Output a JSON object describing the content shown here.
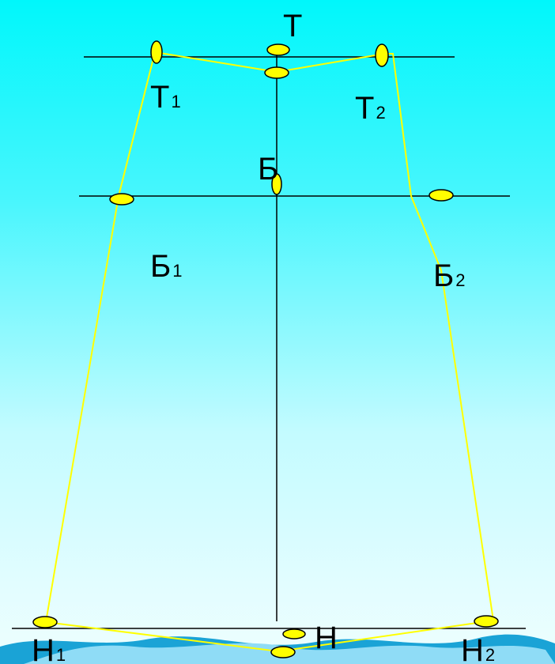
{
  "diagram": {
    "labels": {
      "t": {
        "main": "Т",
        "sub": ""
      },
      "t1": {
        "main": "Т",
        "sub": "1"
      },
      "t2": {
        "main": "Т",
        "sub": "2"
      },
      "b": {
        "main": "Б",
        "sub": ""
      },
      "b1": {
        "main": "Б",
        "sub": "1"
      },
      "b2": {
        "main": "Б",
        "sub": "2"
      },
      "n": {
        "main": "Н",
        "sub": ""
      },
      "n1": {
        "main": "Н",
        "sub": "1"
      },
      "n2": {
        "main": "Н",
        "sub": "2"
      }
    },
    "colors": {
      "outline": "#ffff00",
      "point_fill": "#ffff00",
      "point_stroke": "#000000",
      "guide_line": "#000000",
      "wave_dark": "#1aa3d6",
      "wave_light": "#8fdcf6"
    }
  }
}
